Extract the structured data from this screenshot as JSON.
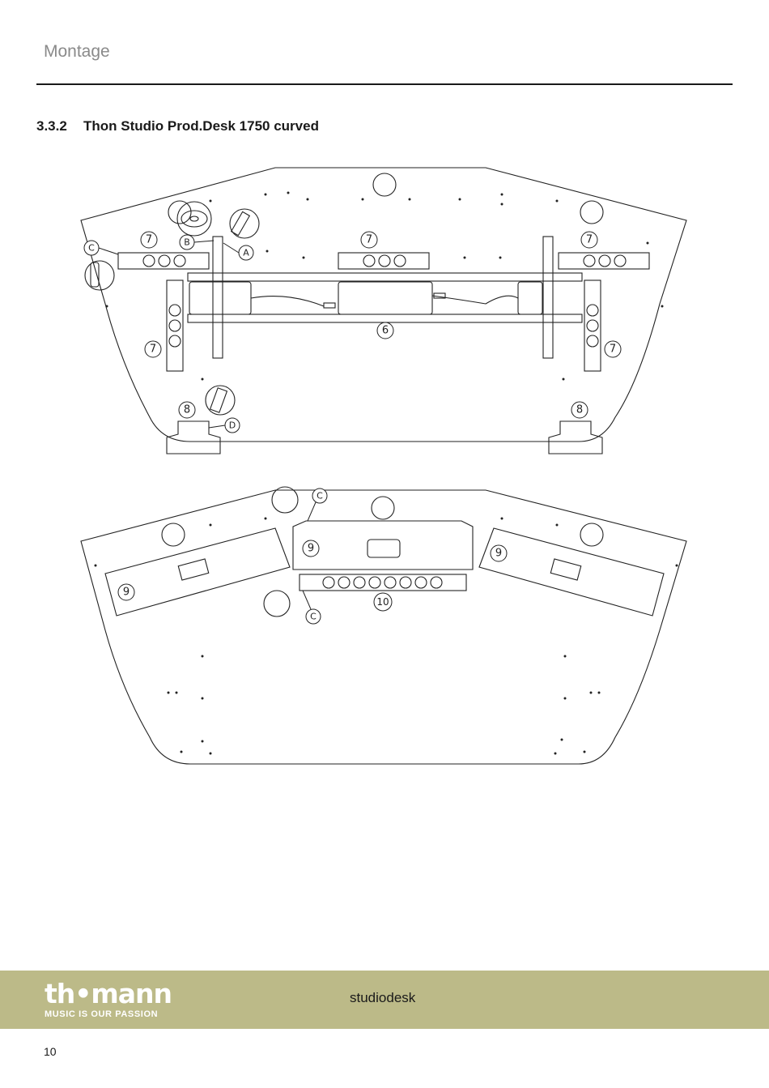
{
  "header": {
    "section_title": "Montage"
  },
  "section": {
    "number": "3.3.2",
    "title": "Thon Studio Prod.Desk 1750 curved"
  },
  "callouts": {
    "A": "A",
    "B": "B",
    "C": "C",
    "D": "D",
    "n6": "6",
    "n7": "7",
    "n8": "8",
    "n9": "9",
    "n10": "10"
  },
  "footer": {
    "logo_text": "th•mann",
    "logo_tagline": "MUSIC IS OUR PASSION",
    "product": "studiodesk",
    "page_number": "10",
    "band_color": "#bcba88"
  }
}
